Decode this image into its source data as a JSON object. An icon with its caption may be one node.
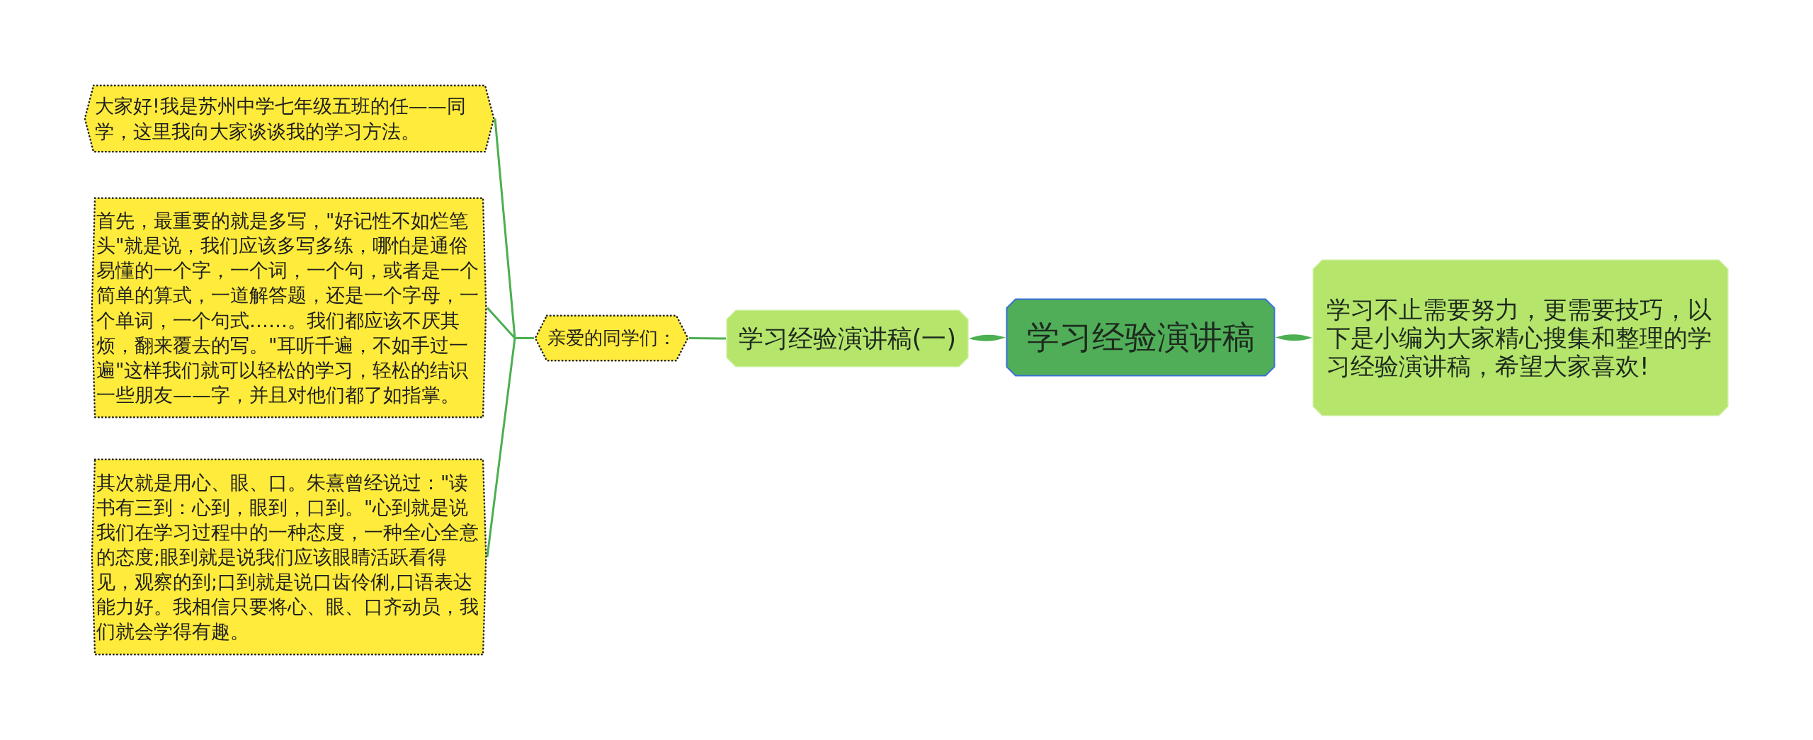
{
  "diagram": {
    "nodes": [
      {
        "text": [
          "学习经验演讲稿"
        ]
      },
      {
        "text": [
          "学习不止需要努力，更需要技巧，以下是小编为大家精心搜集和整理的学习经验演讲稿，希望大家喜欢!"
        ]
      },
      {
        "text": [
          "学习经验演讲稿(一)"
        ]
      },
      {
        "text": [
          "亲爱的同学们："
        ]
      },
      {
        "text": [
          "大家好!我是苏州中学七年级五班的任——同学，这里我向大家谈谈我的学习方法。"
        ]
      },
      {
        "text": [
          "首先，最重要的就是多写，\"好记性不如烂笔头\"就是说，我们应该多写多练，哪怕是通俗易懂的一个字，一个词，一个句，或者是一个简单的算式，一道解答题，还是一个字母，一个单词，一个句式……。我们都应该不厌其烦，翻来覆去的写。\"耳听千遍，不如手过一遍\"这样我们就可以轻松的学习，轻松的结识一些朋友——字，并且对他们都了如指掌。"
        ]
      },
      {
        "text": [
          "其次就是用心、眼、口。朱熹曾经说过：\"读书有三到：心到，眼到，口到。\"心到就是说我们在学习过程中的一种态度，一种全心全意的态度;眼到就是说我们应该眼睛活跃看得见，观察的到;口到就是说口齿伶俐,口语表达能力好。我相信只要将心、眼、口齐动员，我们就会学得有趣。"
        ]
      }
    ],
    "edges": [
      {
        "from": 0,
        "to": 1,
        "arrow": "none",
        "style": "thick"
      },
      {
        "from": 0,
        "to": 2,
        "arrow": "none",
        "style": "thick"
      },
      {
        "from": 2,
        "to": 3,
        "arrow": "none"
      },
      {
        "from": 3,
        "to": 4,
        "arrow": "none"
      },
      {
        "from": 3,
        "to": 5,
        "arrow": "none"
      },
      {
        "from": 3,
        "to": 6,
        "arrow": "none"
      }
    ]
  }
}
